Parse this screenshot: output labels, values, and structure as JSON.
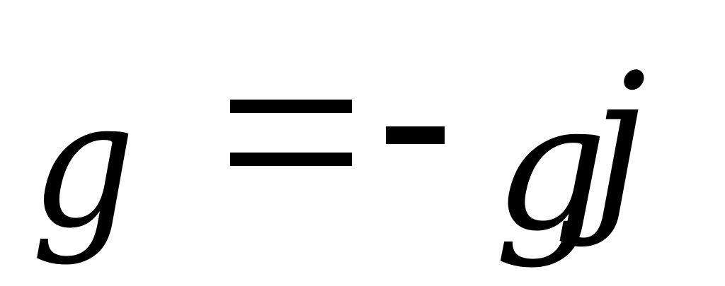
{
  "equation": {
    "lhs": "g",
    "equals": "=",
    "minus": "-",
    "rhs_base": "g",
    "rhs_subscript": "j"
  }
}
